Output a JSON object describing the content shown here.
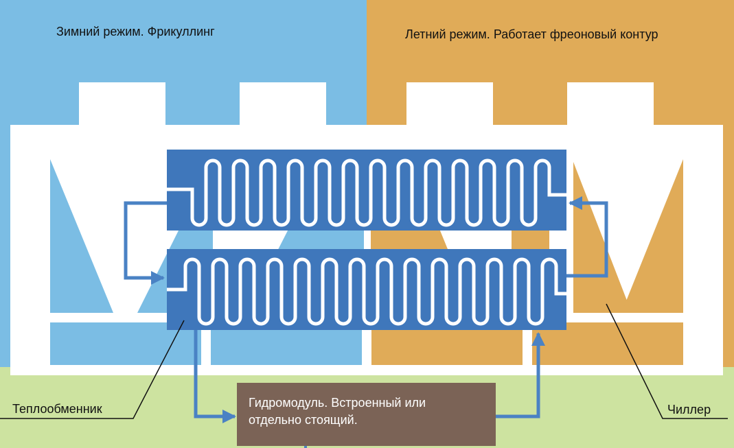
{
  "modes": {
    "winter": "Зимний режим. Фрикуллинг",
    "summer": "Летний режим. Работает фреоновый контур"
  },
  "callouts": {
    "heat_exchanger": "Теплообменник",
    "chiller": "Чиллер"
  },
  "hydromodule": {
    "line1": "Гидромодуль. Встроенный или",
    "line2": "отдельно стоящий."
  },
  "colors": {
    "winter_bg": "#7bbde4",
    "summer_bg": "#e0ab58",
    "ground": "#cde3a0",
    "unit_body": "#ffffff",
    "coil": "#3f77bb",
    "pipe": "#4a82c4",
    "hydromodule": "#7b6356"
  }
}
